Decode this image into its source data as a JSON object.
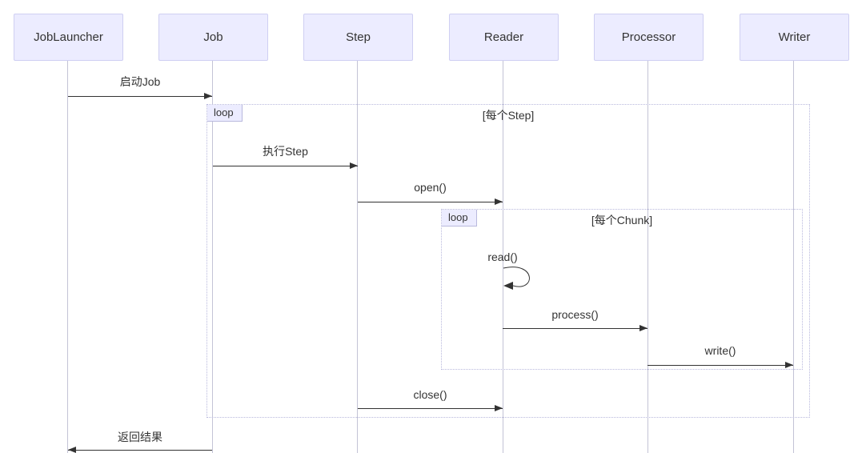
{
  "actors": [
    {
      "label": "JobLauncher"
    },
    {
      "label": "Job"
    },
    {
      "label": "Step"
    },
    {
      "label": "Reader"
    },
    {
      "label": "Processor"
    },
    {
      "label": "Writer"
    }
  ],
  "messages": [
    {
      "label": "启动Job",
      "from": "JobLauncher",
      "to": "Job"
    },
    {
      "label": "执行Step",
      "from": "Job",
      "to": "Step"
    },
    {
      "label": "open()",
      "from": "Step",
      "to": "Reader"
    },
    {
      "label": "read()",
      "from": "Reader",
      "to": "Reader"
    },
    {
      "label": "process()",
      "from": "Reader",
      "to": "Processor"
    },
    {
      "label": "write()",
      "from": "Processor",
      "to": "Writer"
    },
    {
      "label": "close()",
      "from": "Step",
      "to": "Reader"
    },
    {
      "label": "返回结果",
      "from": "Job",
      "to": "JobLauncher"
    }
  ],
  "loops": [
    {
      "label": "loop",
      "condition": "[每个Step]"
    },
    {
      "label": "loop",
      "condition": "[每个Chunk]"
    }
  ],
  "colors": {
    "actor_fill": "#ECECFF",
    "actor_border": "#CFCFF2",
    "loop_border": "#B9B9DD",
    "line": "#333333",
    "lifeline": "#C3C3D6",
    "text": "#333333"
  }
}
